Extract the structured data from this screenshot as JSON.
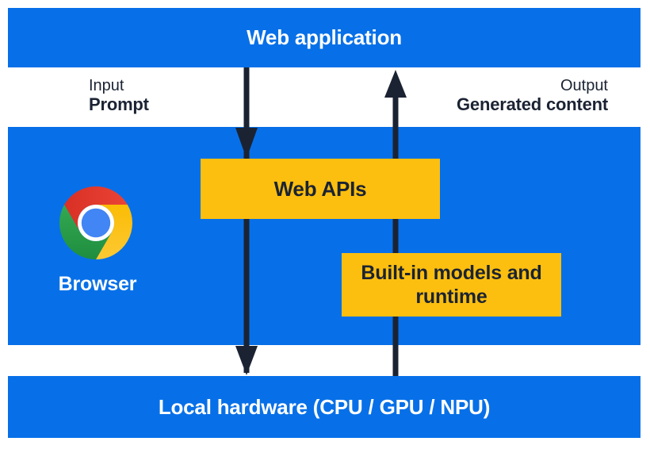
{
  "diagram": {
    "web_application": {
      "label": "Web application"
    },
    "io": {
      "input_title": "Input",
      "input_value": "Prompt",
      "output_title": "Output",
      "output_value": "Generated content"
    },
    "browser": {
      "label": "Browser",
      "logo_icon": "chrome-logo"
    },
    "web_apis": {
      "label": "Web APIs"
    },
    "builtin_models": {
      "label": "Built-in models and runtime"
    },
    "local_hardware": {
      "label": "Local hardware (CPU / GPU / NPU)"
    },
    "colors": {
      "blue": "#0770E8",
      "yellow": "#FCBF0F",
      "navy": "#1B2333",
      "white": "#FFFFFF",
      "logo_blue": "#4285F4",
      "logo_red": "#E23B2E",
      "logo_yellow": "#FCC21B",
      "logo_green": "#23954C"
    }
  }
}
